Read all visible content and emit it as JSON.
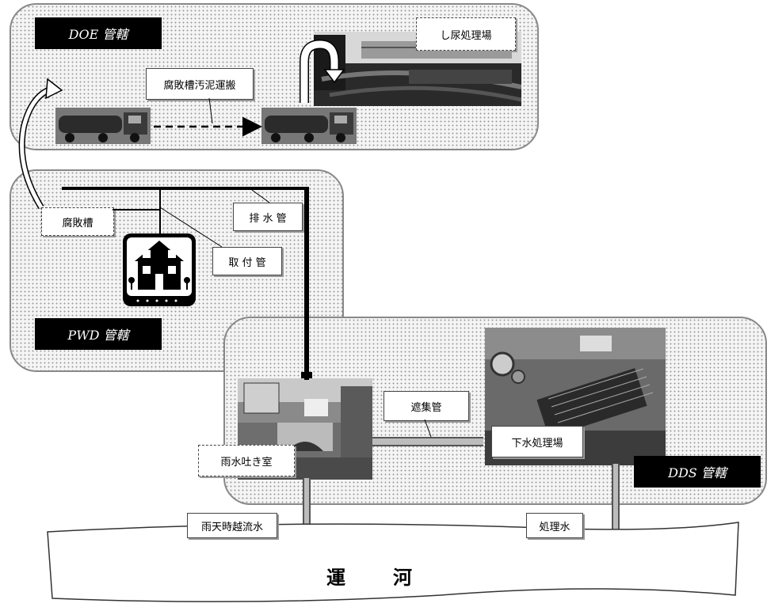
{
  "zones": {
    "doe": {
      "tag": "DOE 管轄"
    },
    "pwd": {
      "tag": "PWD 管轄"
    },
    "dds": {
      "tag": "DDS 管轄"
    }
  },
  "labels": {
    "night_soil_plant": "し尿処理場",
    "sludge_transport": "腐敗槽汚泥運搬",
    "septic_tank": "腐敗槽",
    "drain_pipe": "排 水 管",
    "connection_pipe": "取 付 管",
    "interceptor": "遮集管",
    "sewage_plant": "下水処理場",
    "storm_chamber": "雨水吐き室",
    "cso": "雨天時越流水",
    "treated_water": "処理水"
  },
  "canal": {
    "left": "運",
    "right": "河"
  }
}
